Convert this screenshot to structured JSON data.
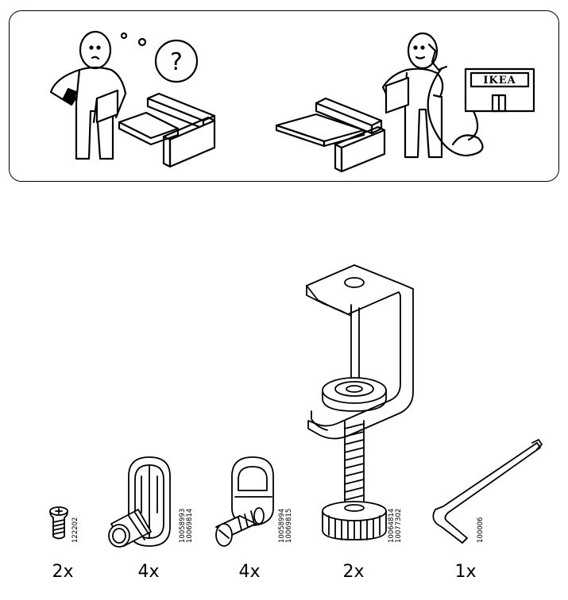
{
  "store_sign": {
    "brand": "IKEA"
  },
  "question_mark": "?",
  "parts": [
    {
      "id": "screw",
      "quantity": "2x",
      "codes": [
        "122202"
      ]
    },
    {
      "id": "cam-lock",
      "quantity": "4x",
      "codes": [
        "10058993",
        "10069814"
      ]
    },
    {
      "id": "cam-bolt",
      "quantity": "4x",
      "codes": [
        "10058994",
        "10069815"
      ]
    },
    {
      "id": "clamp",
      "quantity": "2x",
      "codes": [
        "10064814",
        "10077302"
      ]
    },
    {
      "id": "allen-key",
      "quantity": "1x",
      "codes": [
        "100006"
      ]
    }
  ]
}
